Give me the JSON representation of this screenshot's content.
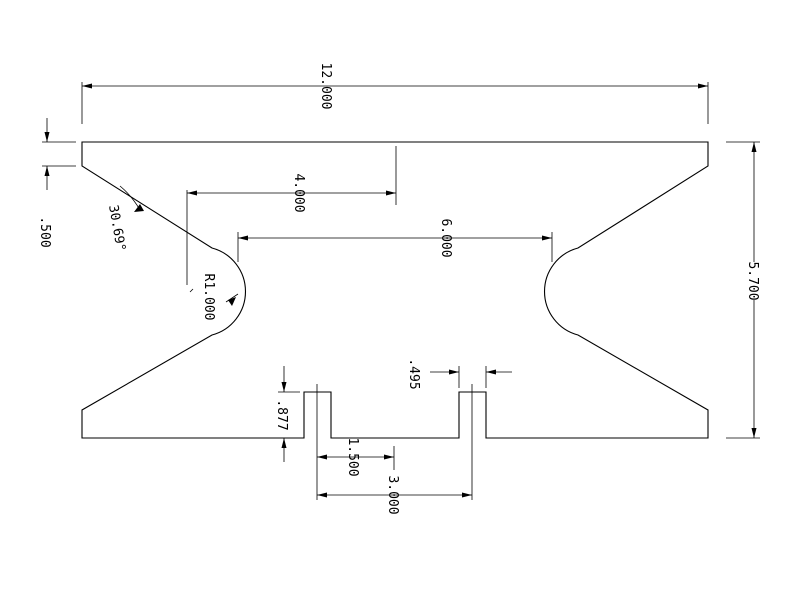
{
  "dimensions": {
    "overall_width": "12.000",
    "notch_offset": "4.000",
    "top_flat_width": "6.000",
    "overall_height": "5.700",
    "top_thickness": ".500",
    "angle": "30.69°",
    "fillet_radius": "R1.000",
    "slot_height": ".877",
    "slot_width": ".495",
    "slot_pitch": "1.500",
    "slot_span": "3.000"
  }
}
